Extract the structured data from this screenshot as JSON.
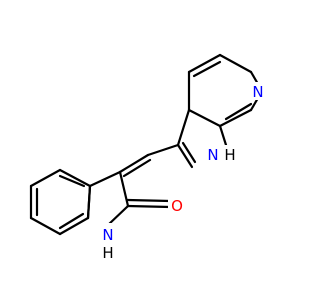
{
  "molecule": {
    "atoms": {
      "pyridine_n": {
        "symbol": "N",
        "color": "#0000ff"
      },
      "pyrrole_nh_aza": {
        "symbol": "N",
        "hydrogen": "H",
        "color": "#0000ff"
      },
      "lactam_nh": {
        "symbol": "N",
        "hydrogen": "H",
        "color": "#0000ff"
      },
      "carbonyl_o": {
        "symbol": "O",
        "color": "#ff0000"
      }
    }
  }
}
